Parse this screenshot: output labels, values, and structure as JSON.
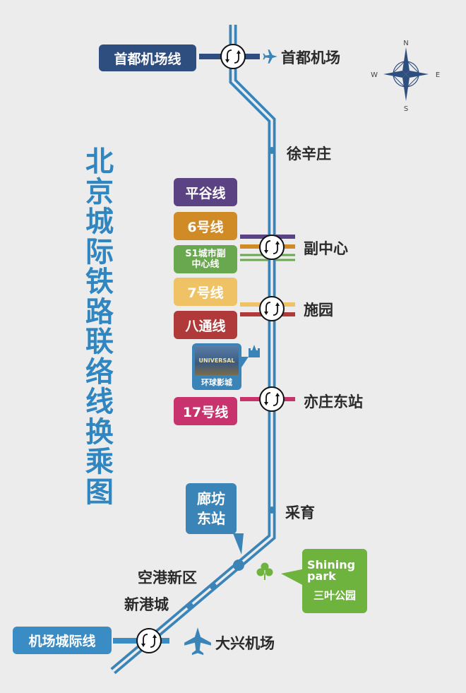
{
  "title": "北京城际铁路联络线换乘图",
  "colors": {
    "main_line": "#3a84b8",
    "capital_line": "#2d4e7e",
    "pinggu": "#5a4283",
    "line6": "#d08a26",
    "s1": "#6aa84f",
    "line7": "#efc265",
    "batong": "#b03a3a",
    "line17": "#c8336e",
    "airport_intercity": "#3a8cc4",
    "shining": "#6fb33f"
  },
  "lines": {
    "capital_airport": "首都机场线",
    "pinggu": "平谷线",
    "line6": "6号线",
    "s1": "S1城市副中心线",
    "line7": "7号线",
    "batong": "八通线",
    "line17": "17号线",
    "airport_intercity": "机场城际线"
  },
  "stations": {
    "capital_airport": "首都机场",
    "xuxinzhuang": "徐辛庄",
    "fuzhongxin": "副中心",
    "shiyuan": "施园",
    "yizhuang_east": "亦庄东站",
    "caiyu": "采育",
    "langfang_east": "廊坊东站",
    "konggang": "空港新区",
    "xingangcheng": "新港城",
    "daxing_airport": "大兴机场"
  },
  "landmarks": {
    "universal": "环球影城",
    "universal_logo": "UNIVERSAL",
    "shining_en": "Shining park",
    "shining_cn": "三叶公园"
  },
  "compass": {
    "n": "N",
    "s": "S",
    "e": "E",
    "w": "W"
  }
}
